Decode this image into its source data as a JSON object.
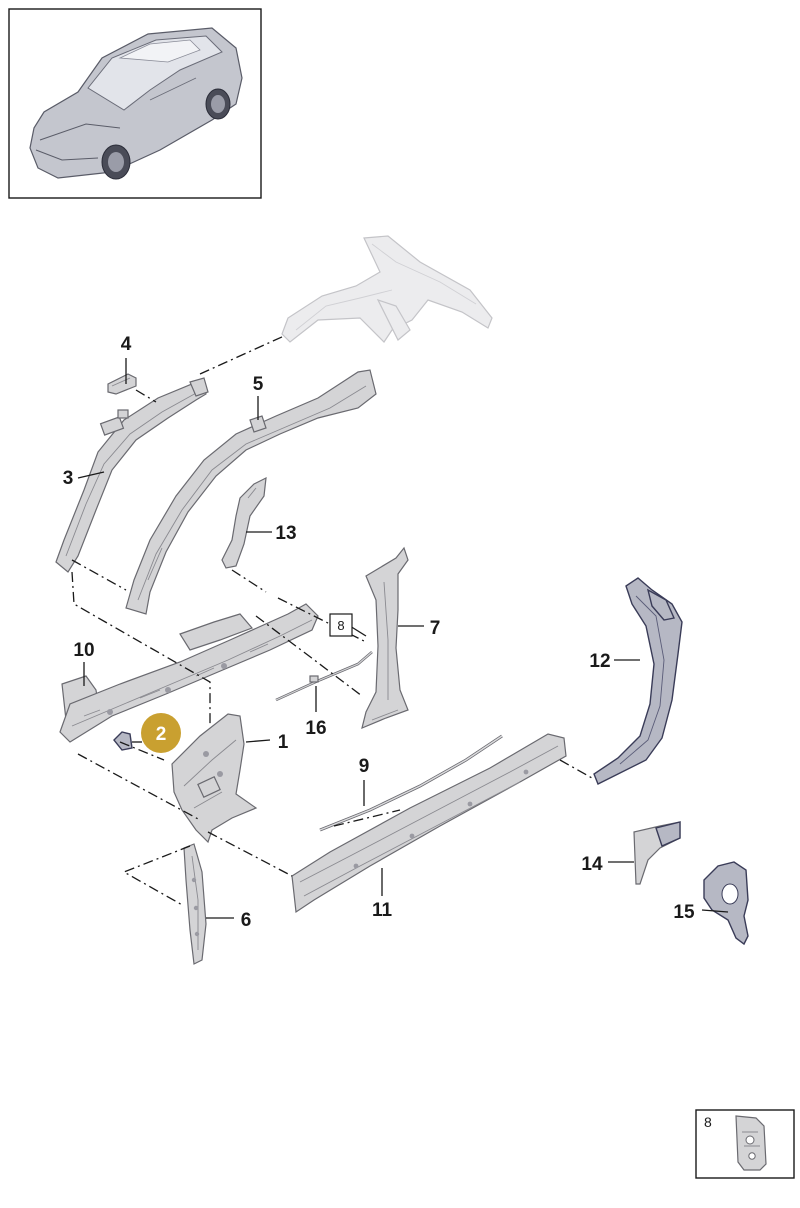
{
  "diagram": {
    "callouts": [
      {
        "id": "c1",
        "text": "1"
      },
      {
        "id": "c2",
        "text": "2",
        "highlighted": true
      },
      {
        "id": "c3",
        "text": "3"
      },
      {
        "id": "c4",
        "text": "4"
      },
      {
        "id": "c5",
        "text": "5"
      },
      {
        "id": "c6",
        "text": "6"
      },
      {
        "id": "c7",
        "text": "7"
      },
      {
        "id": "c8",
        "text": "8",
        "boxed": true
      },
      {
        "id": "c9",
        "text": "9"
      },
      {
        "id": "c10",
        "text": "10"
      },
      {
        "id": "c11",
        "text": "11"
      },
      {
        "id": "c12",
        "text": "12"
      },
      {
        "id": "c13",
        "text": "13"
      },
      {
        "id": "c14",
        "text": "14"
      },
      {
        "id": "c15",
        "text": "15"
      },
      {
        "id": "c16",
        "text": "16"
      }
    ],
    "detail_box": {
      "text": "8"
    },
    "highlight_color": "#c9a030",
    "part_colors": {
      "part": "#d4d4d6",
      "dark_part": "#3a3c58"
    }
  }
}
